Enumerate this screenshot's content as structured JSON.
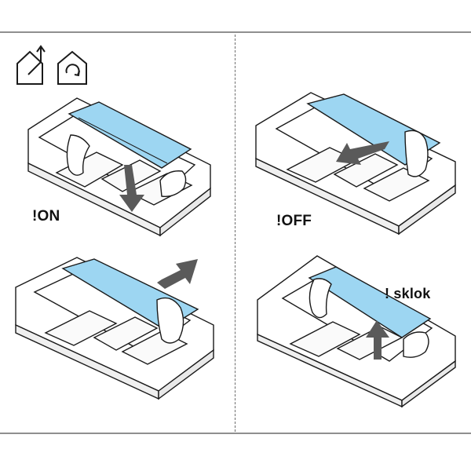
{
  "labels": {
    "on": "!ON",
    "off": "!OFF",
    "sklok": "! sklok"
  },
  "icons": [
    "house-with-exit-arrow-icon",
    "house-with-recirculation-icon"
  ],
  "colors": {
    "filter_blue": "#9dd6f2",
    "outline": "#1a1a1a",
    "arrow_gray": "#5a5a5a",
    "frame": "#8f8f8f"
  }
}
